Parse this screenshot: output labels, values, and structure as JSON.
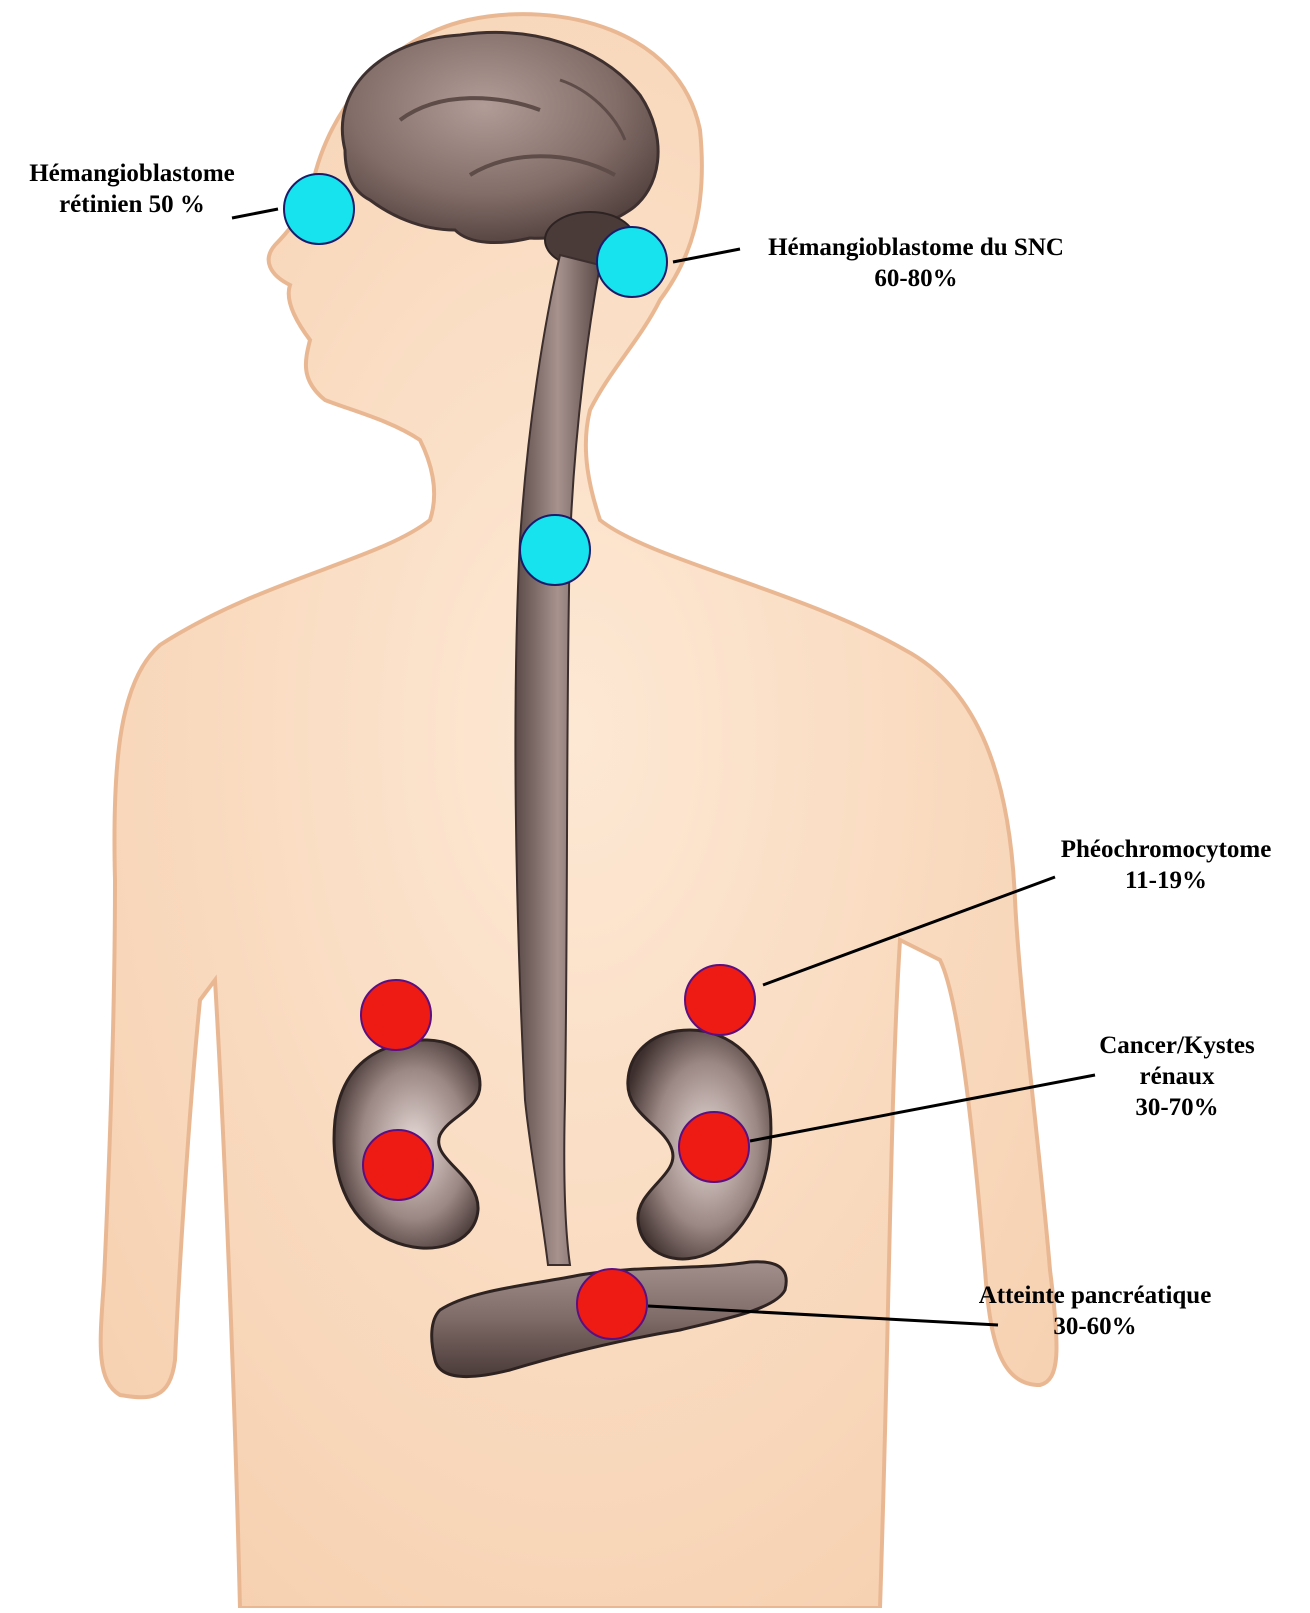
{
  "labels": {
    "retina": {
      "line1": "Hémangioblastome",
      "line2": "rétinien 50 %"
    },
    "cns": {
      "line1": "Hémangioblastome du SNC",
      "line2": "60-80%"
    },
    "pheo": {
      "line1": "Phéochromocytome",
      "line2": "11-19%"
    },
    "renal": {
      "line1": "Cancer/Kystes",
      "line2": "rénaux",
      "line3": "30-70%"
    },
    "pancreas": {
      "line1": "Atteinte pancréatique",
      "line2": "30-60%"
    }
  },
  "colors": {
    "skin": "#f9dcc2",
    "skin_outline": "#e7b48e",
    "organ": "#8a7470",
    "organ_dark": "#4a3a38",
    "cns_marker": "#16e3ee",
    "organ_marker": "#ee1b15",
    "line": "#000000"
  }
}
